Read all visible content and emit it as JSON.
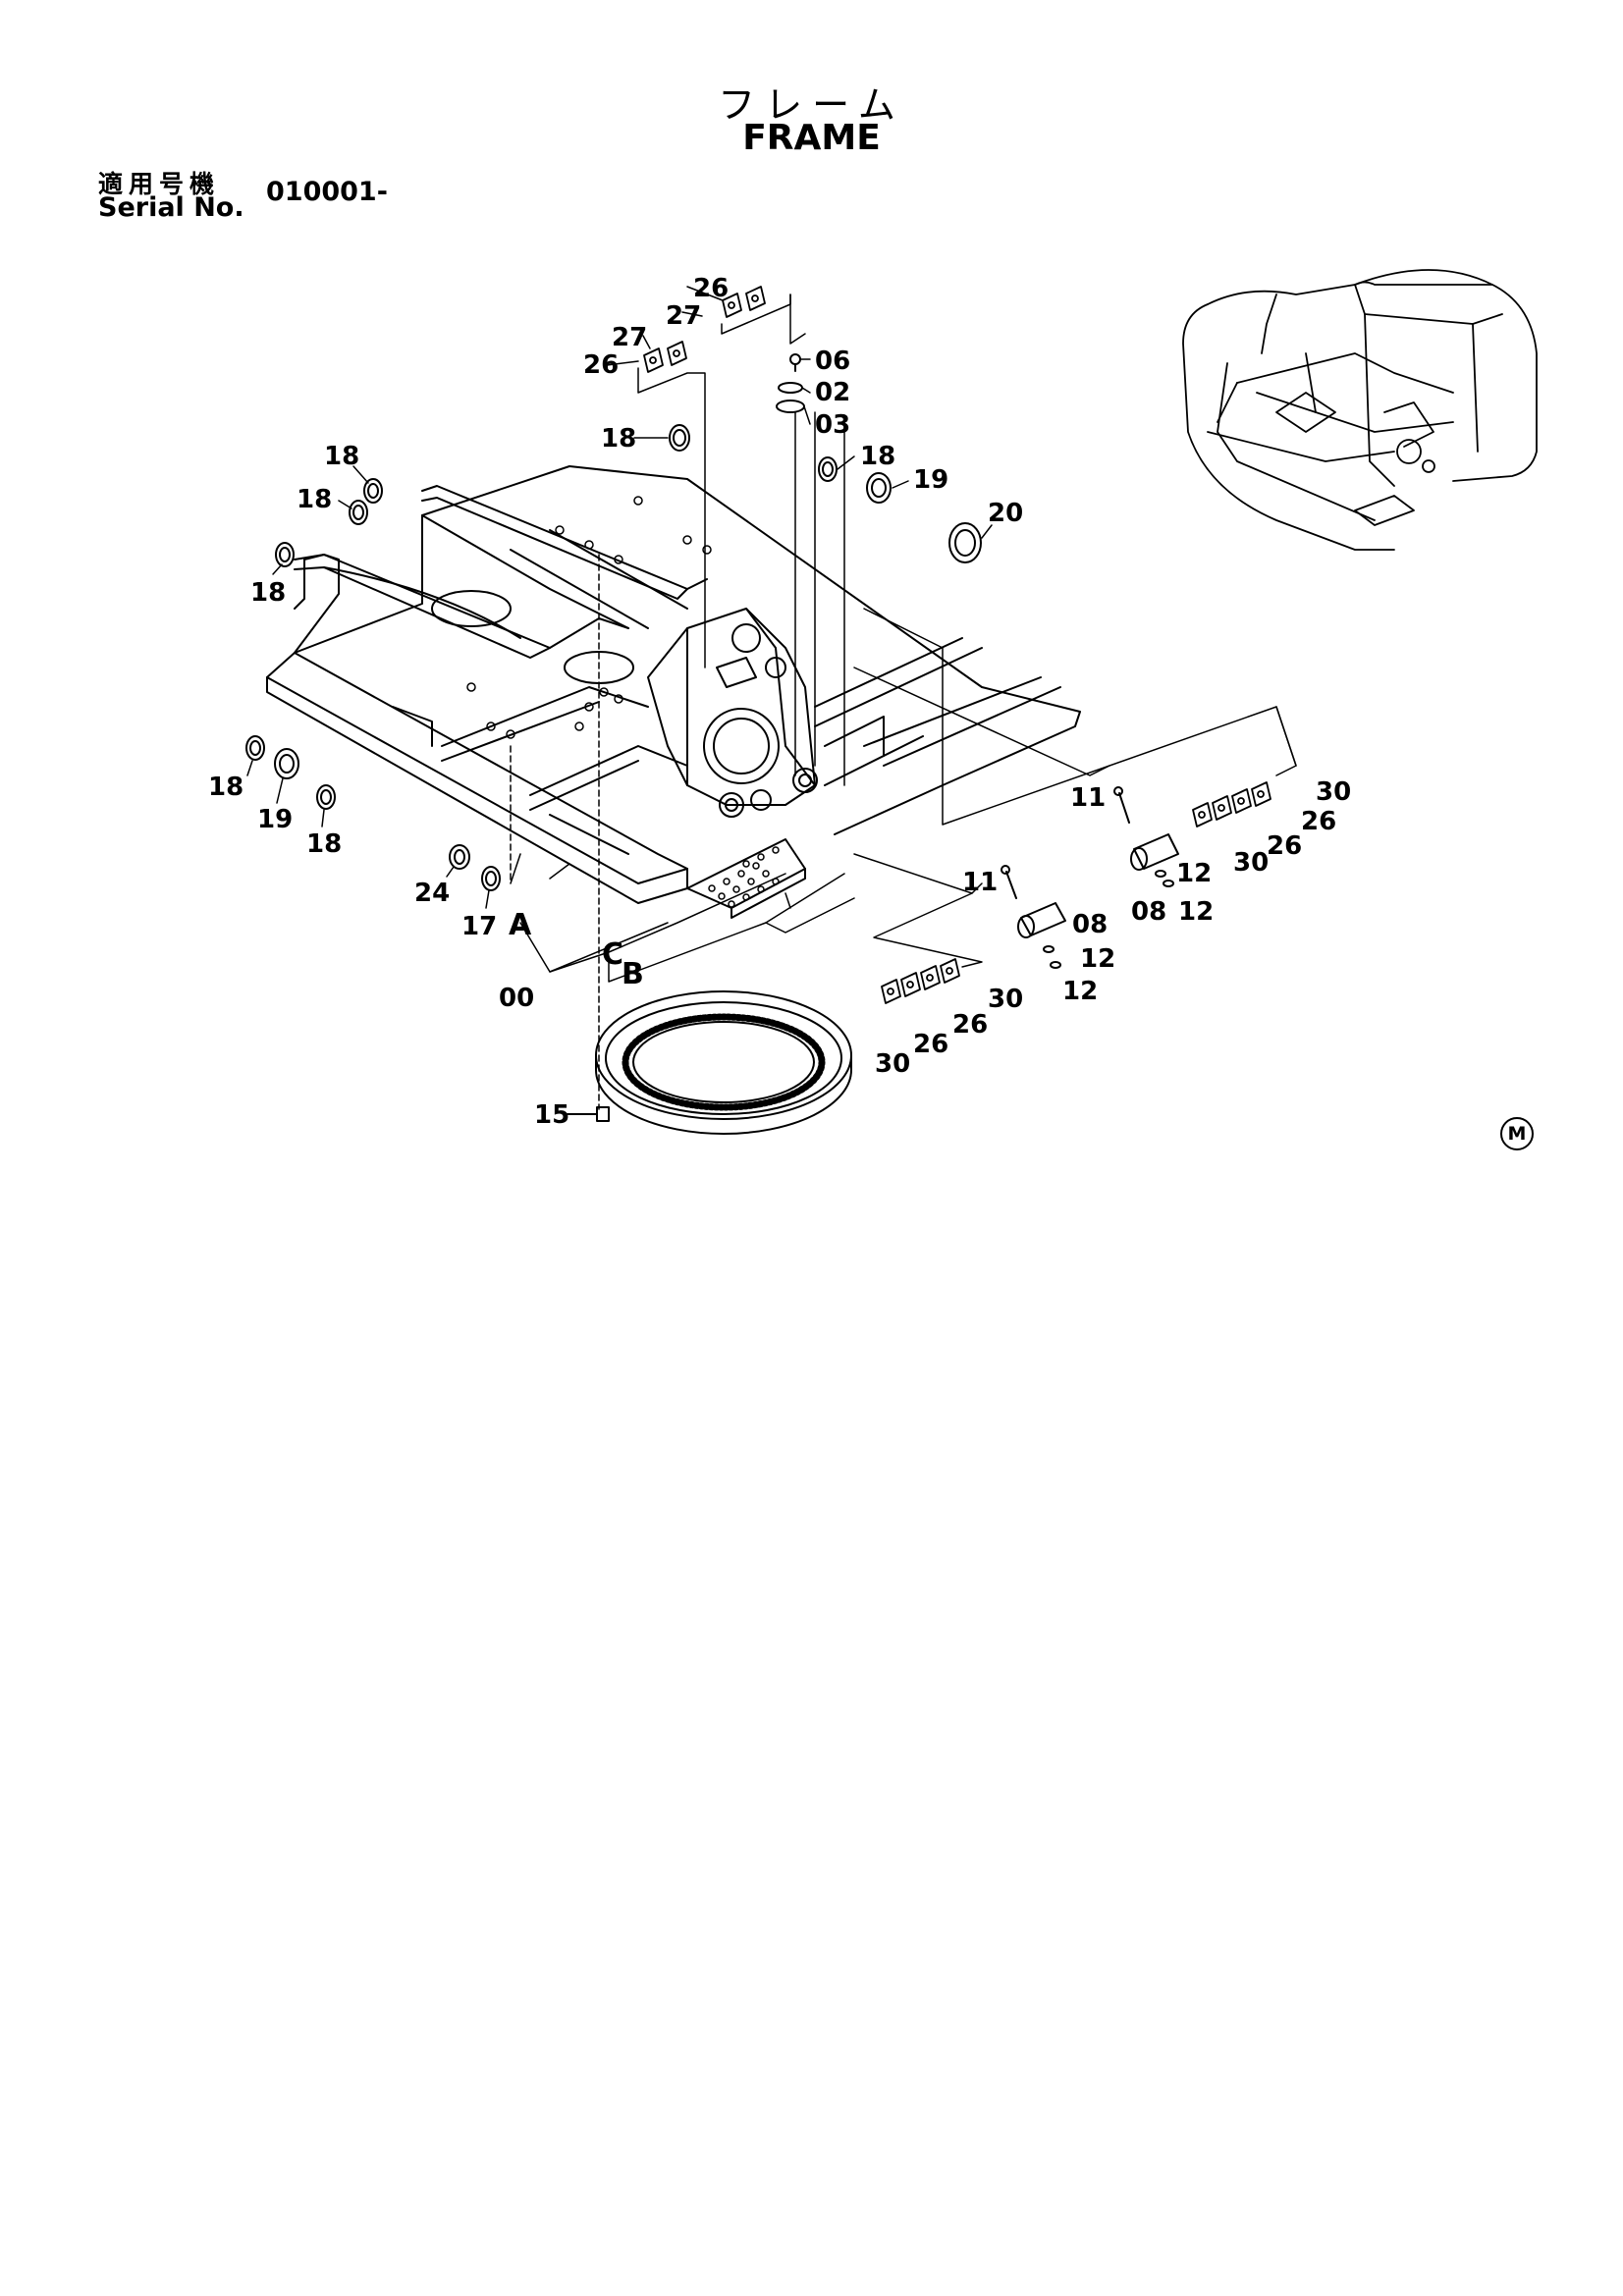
{
  "header": {
    "title_jp": "フレーム",
    "title_en": "FRAME",
    "serial_label_jp": "適用号機",
    "serial_label_en": "Serial No.",
    "serial_value": "010001-"
  },
  "footer_mark": "M",
  "callouts": {
    "c26a": "26",
    "c27a": "27",
    "c27b": "27",
    "c26b": "26",
    "c06": "06",
    "c02": "02",
    "c03": "03",
    "c18a": "18",
    "c18b": "18",
    "c18c": "18",
    "c18d": "18",
    "c18e": "18",
    "c18f": "18",
    "c18g": "18",
    "c19a": "19",
    "c19b": "19",
    "c20": "20",
    "c24": "24",
    "c17": "17",
    "cA": "A",
    "cC": "C",
    "cB": "B",
    "c00": "00",
    "c15": "15",
    "c30a": "30",
    "c26c": "26",
    "c30b": "30",
    "c26d": "26",
    "c11a": "11",
    "c12a": "12",
    "c08a": "08",
    "c12b": "12",
    "c11b": "11",
    "c08b": "08",
    "c12c": "12",
    "c12d": "12",
    "c30c": "30",
    "c26e": "26",
    "c26f": "26",
    "c30d": "30"
  }
}
